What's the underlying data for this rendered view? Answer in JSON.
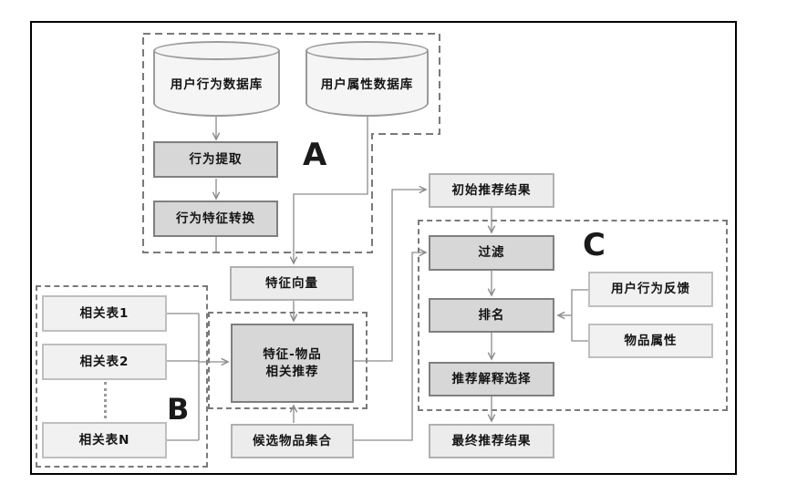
{
  "diagram": {
    "groups": {
      "a": {
        "label": "A"
      },
      "b": {
        "label": "B"
      },
      "c": {
        "label": "C"
      }
    },
    "nodes": {
      "user_behavior_db": {
        "label": "用户行为数据库",
        "shape": "cylinder"
      },
      "user_attribute_db": {
        "label": "用户属性数据库",
        "shape": "cylinder"
      },
      "behavior_extraction": {
        "label": "行为提取"
      },
      "behavior_feature_conversion": {
        "label": "行为特征转换"
      },
      "feature_vector": {
        "label": "特征向量"
      },
      "related_table_1": {
        "label": "相关表1"
      },
      "related_table_2": {
        "label": "相关表2"
      },
      "related_table_n": {
        "label": "相关表N"
      },
      "feature_item_recommendation": {
        "label_line1": "特征-物品",
        "label_line2": "相关推荐"
      },
      "candidate_item_set": {
        "label": "候选物品集合"
      },
      "initial_recommendation_results": {
        "label": "初始推荐结果"
      },
      "filter": {
        "label": "过滤"
      },
      "ranking": {
        "label": "排名"
      },
      "recommendation_explanation_selection": {
        "label": "推荐解释选择"
      },
      "final_recommendation_results": {
        "label": "最终推荐结果"
      },
      "user_behavior_feedback": {
        "label": "用户行为反馈"
      },
      "item_attributes": {
        "label": "物品属性"
      }
    },
    "colors": {
      "process_fill": "#d7d7d7",
      "process_border": "#7f7f7f",
      "data_fill": "#ececec",
      "data_border": "#b0b0b0",
      "cylinder_fill": "#f5f5f5",
      "connector": "#8c8c8c",
      "dashed_outline": "#7a7a7a",
      "frame": "#000000",
      "text": "#141414"
    }
  }
}
